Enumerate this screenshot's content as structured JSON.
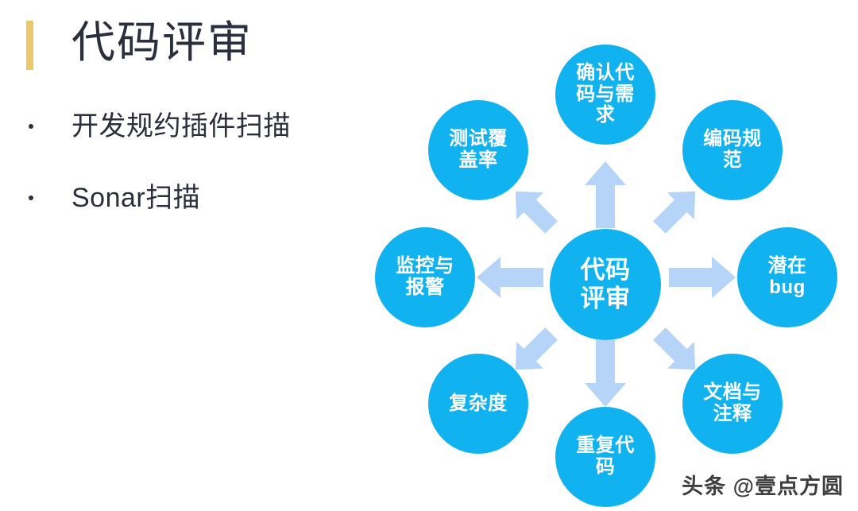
{
  "slide": {
    "title": "代码评审",
    "accent_color": "#e9c96c",
    "bullets": [
      "开发规约插件扫描",
      "Sonar扫描"
    ],
    "watermark": "头条 @壹点方圆"
  },
  "diagram": {
    "type": "radial-hub-and-spoke",
    "node_color": "#10b2f0",
    "arrow_color": "#b6d4f7",
    "label_color": "#ffffff",
    "center": {
      "label": "代码\n评审",
      "plain": "代码评审"
    },
    "nodes": [
      {
        "id": "top",
        "label": "确认代\n码与需\n求",
        "plain": "确认代码与需求",
        "direction": "up"
      },
      {
        "id": "topright",
        "label": "编码规\n范",
        "plain": "编码规范",
        "direction": "up-right"
      },
      {
        "id": "right",
        "label": "潜在\nbug",
        "plain": "潜在bug",
        "direction": "right"
      },
      {
        "id": "bottomright",
        "label": "文档与\n注释",
        "plain": "文档与注释",
        "direction": "down-right"
      },
      {
        "id": "bottom",
        "label": "重复代\n码",
        "plain": "重复代码",
        "direction": "down"
      },
      {
        "id": "bottomleft",
        "label": "复杂度",
        "plain": "复杂度",
        "direction": "down-left"
      },
      {
        "id": "left",
        "label": "监控与\n报警",
        "plain": "监控与报警",
        "direction": "left"
      },
      {
        "id": "topleft",
        "label": "测试覆\n盖率",
        "plain": "测试覆盖率",
        "direction": "up-left"
      }
    ]
  }
}
